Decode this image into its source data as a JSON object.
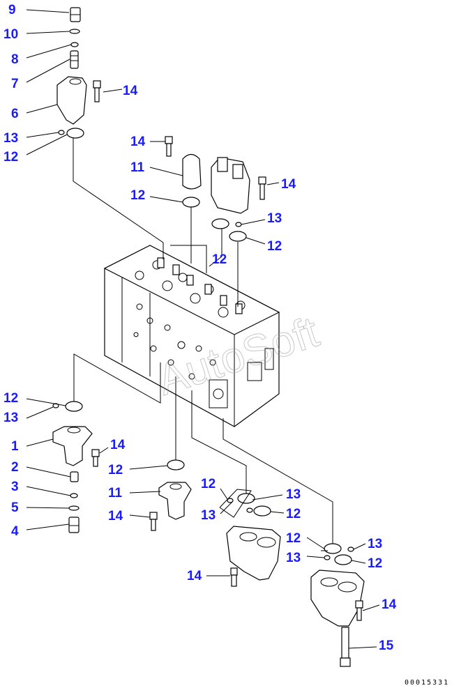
{
  "callouts": {
    "c9": "9",
    "c10": "10",
    "c8": "8",
    "c7": "7",
    "c14a": "14",
    "c6": "6",
    "c13a": "13",
    "c12a": "12",
    "c14b": "14",
    "c11a": "11",
    "c12b": "12",
    "c14c": "14",
    "c13b": "13",
    "c12c": "12",
    "c12d": "12",
    "c12e": "12",
    "c13c": "13",
    "c1": "1",
    "c14d": "14",
    "c2": "2",
    "c3": "3",
    "c5": "5",
    "c4": "4",
    "c12f": "12",
    "c11b": "11",
    "c14e": "14",
    "c12g": "12",
    "c13d": "13",
    "c13e": "13",
    "c12h": "12",
    "c12i": "12",
    "c13f": "13",
    "c13g": "13",
    "c12j": "12",
    "c14f": "14",
    "c14g": "14",
    "c15": "15"
  },
  "watermark": "AutoSoft",
  "footer_code": "00015331"
}
